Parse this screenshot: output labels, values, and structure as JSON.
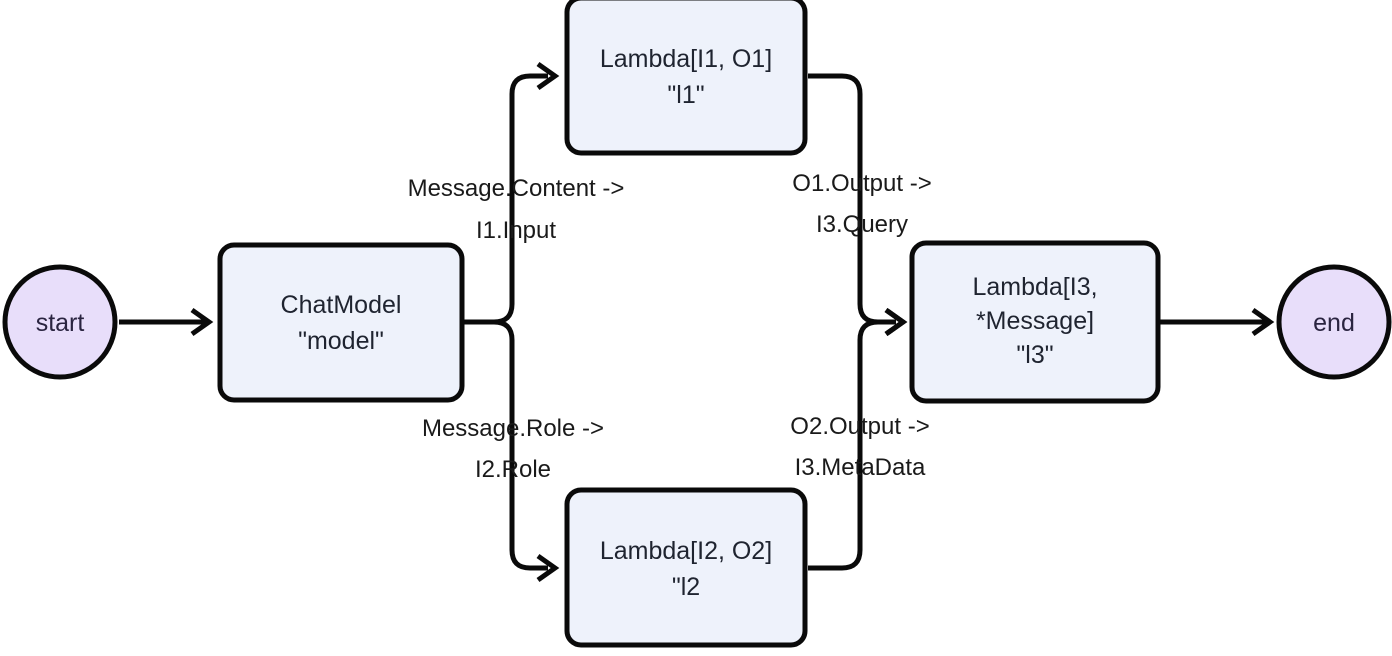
{
  "diagram": {
    "title": "ChatModel lambda pipeline flow",
    "background_color": "#ffffff",
    "stroke_color": "#0a0a0a",
    "node_fill": "#eef2fb",
    "terminal_fill": "#e8defa",
    "text_color": "#1f2430"
  },
  "terminals": {
    "start": {
      "label": "start"
    },
    "end": {
      "label": "end"
    }
  },
  "nodes": {
    "model": {
      "line1": "ChatModel",
      "line2": "\"model\""
    },
    "l1": {
      "line1": "Lambda[I1, O1]",
      "line2": "\"l1\""
    },
    "l2": {
      "line1": "Lambda[I2, O2]",
      "line2": "\"l2"
    },
    "l3": {
      "line1": "Lambda[I3,",
      "line2": "*Message]",
      "line3": "\"l3\""
    }
  },
  "edge_labels": {
    "model_to_l1": {
      "line1": "Message.Content ->",
      "line2": "I1.Input"
    },
    "model_to_l2": {
      "line1": "Message.Role ->",
      "line2": "I2.Role"
    },
    "l1_to_l3": {
      "line1": "O1.Output ->",
      "line2": "I3.Query"
    },
    "l2_to_l3": {
      "line1": "O2.Output ->",
      "line2": "I3.MetaData"
    }
  }
}
